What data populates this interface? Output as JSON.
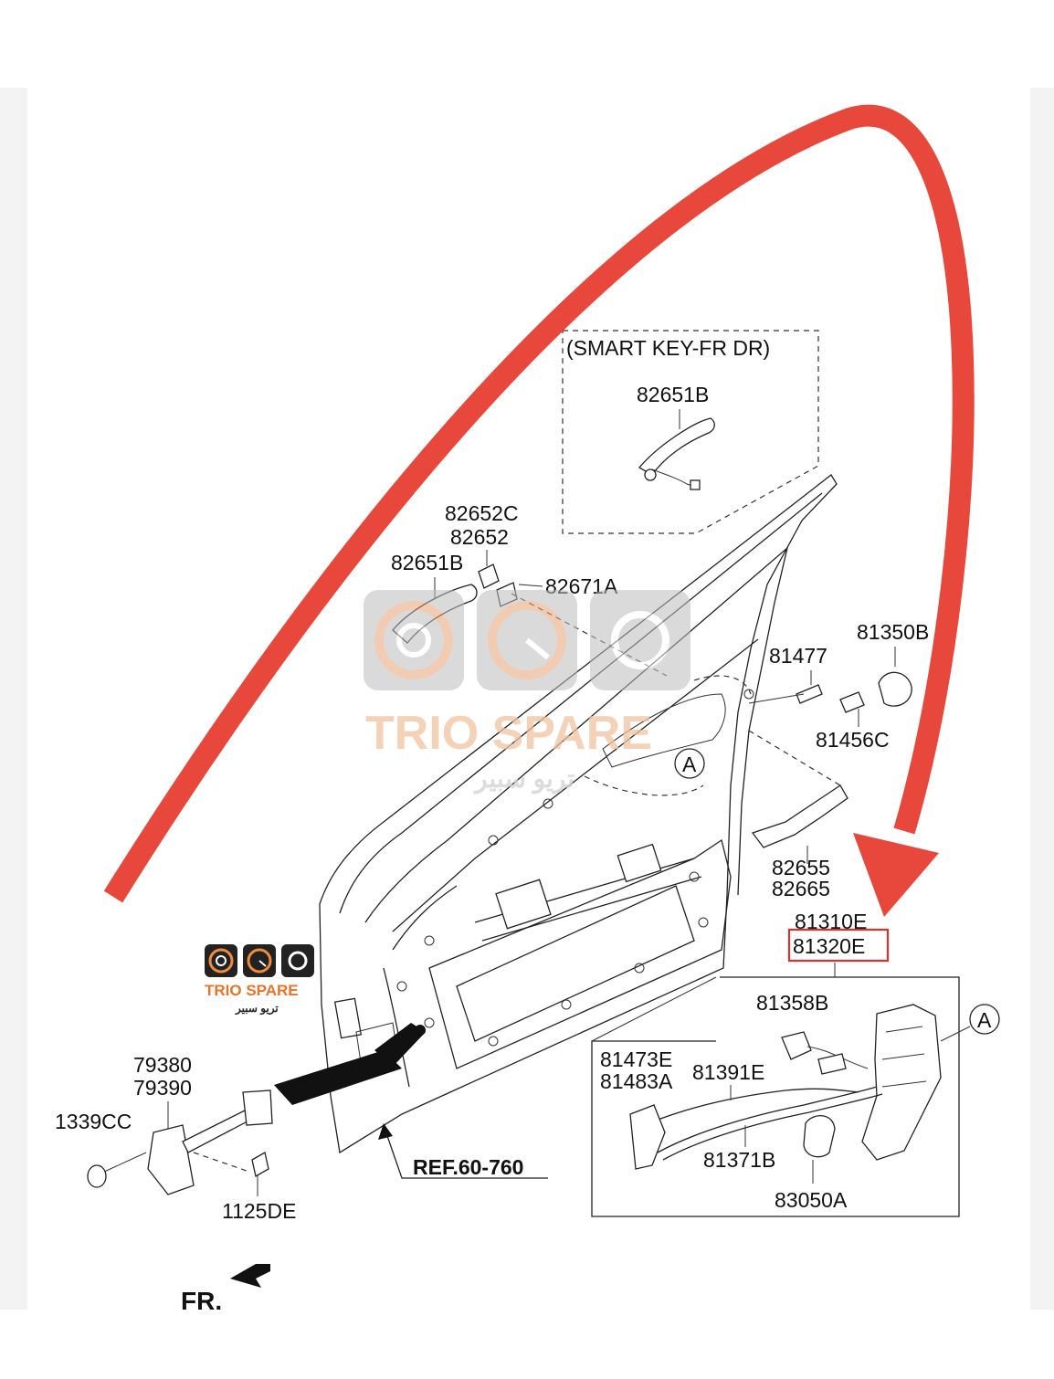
{
  "smart_key_label": "(SMART KEY-FR DR)",
  "parts": {
    "p82651B_top": "82651B",
    "p82652C": "82652C",
    "p82652": "82652",
    "p82651B": "82651B",
    "p82671A": "82671A",
    "p81477": "81477",
    "p81350B": "81350B",
    "p81456C": "81456C",
    "p82655": "82655",
    "p82665": "82665",
    "p81310E": "81310E",
    "p81320E": "81320E",
    "p81358B": "81358B",
    "p81473E": "81473E",
    "p81483A": "81483A",
    "p81391E": "81391E",
    "p81371B": "81371B",
    "p83050A": "83050A",
    "p79380": "79380",
    "p79390": "79390",
    "p1339CC": "1339CC",
    "p1125DE": "1125DE",
    "ref": "REF.60-760",
    "callout_a": "A",
    "front": "FR."
  },
  "watermark": {
    "brand": "TRIO SPARE",
    "arabic": "تريو سبير"
  },
  "colors": {
    "arrow": "#e8483b",
    "highlight_box": "#d9312b",
    "watermark_gray": "#cfcfcf",
    "watermark_orange": "#f3c9a8"
  }
}
